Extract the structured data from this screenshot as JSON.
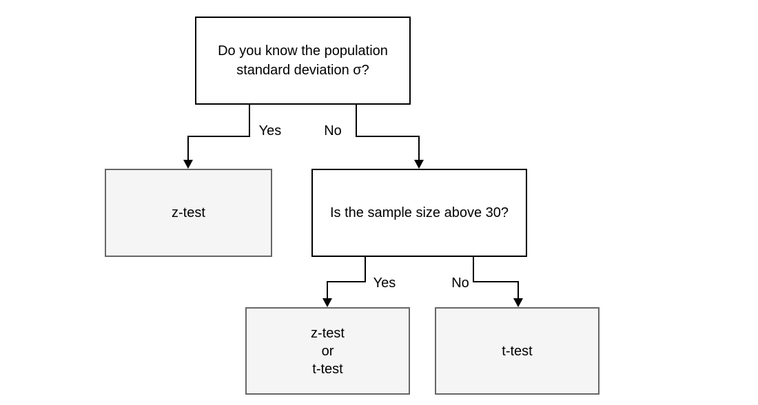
{
  "flowchart": {
    "nodes": {
      "root_question": {
        "label": "Do you know the population\nstandard deviation σ?",
        "type": "decision"
      },
      "z_test": {
        "label": "z-test",
        "type": "result"
      },
      "sample_question": {
        "label": "Is the sample size above 30?",
        "type": "decision"
      },
      "z_or_t_test": {
        "label": "z-test\nor\nt-test",
        "type": "result"
      },
      "t_test": {
        "label": "t-test",
        "type": "result"
      }
    },
    "edge_labels": {
      "root_yes": "Yes",
      "root_no": "No",
      "sample_yes": "Yes",
      "sample_no": "No"
    },
    "colors": {
      "decision_fill": "#ffffff",
      "decision_border": "#000000",
      "result_fill": "#f5f5f5",
      "result_border": "#666666",
      "connector": "#000000",
      "text": "#000000"
    }
  }
}
